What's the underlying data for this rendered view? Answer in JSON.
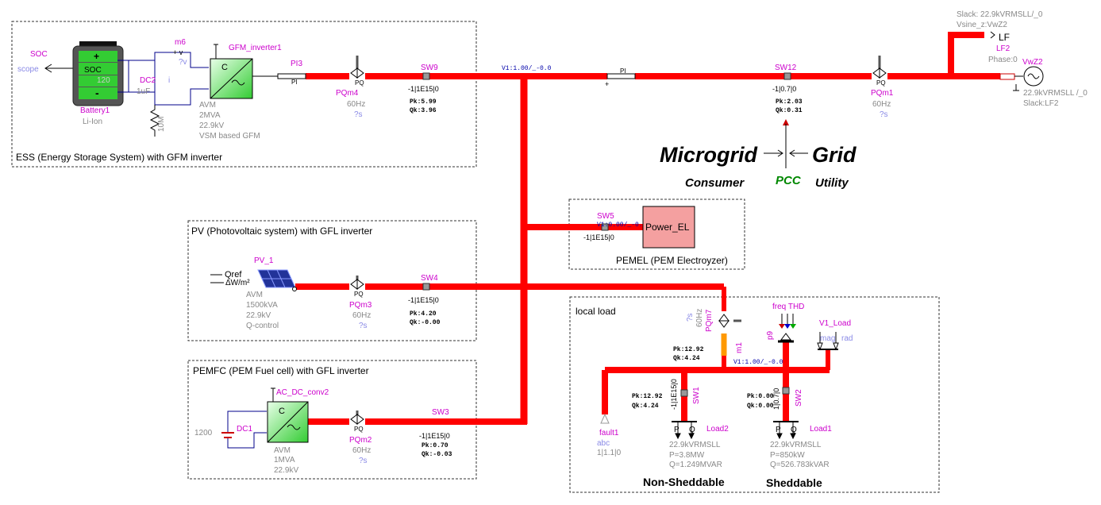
{
  "title_texts": {
    "big_microgrid": "Microgrid",
    "big_grid": "Grid",
    "consumer": "Consumer",
    "pcc": "PCC",
    "utility": "Utility"
  },
  "groups": {
    "ess": "ESS (Energy Storage System) with GFM inverter",
    "pv": "PV (Photovoltaic system) with GFL inverter",
    "pemfc": "PEMFC (PEM Fuel cell) with GFL inverter",
    "pemel": "PEMEL (PEM Electroyzer)",
    "local": "local load"
  },
  "ess": {
    "soc": "SOC",
    "scope": "scope",
    "soc_mid": "SOC",
    "plus": "+",
    "minus": "-",
    "battery": "Battery1",
    "liion": "Li-Ion",
    "dc2": "DC2",
    "dc2_val": "1uF",
    "cap_v": "120",
    "m6": "m6",
    "v_plus": "+ v",
    "q_v": "?v",
    "iy_v": "i",
    "r_val": "10M",
    "inv_name": "GFM_inverter1",
    "inv_c": "C",
    "avm": "AVM",
    "mva": "2MVA",
    "kv": "22.9kV",
    "vsm": "VSM based GFM",
    "pi3": "PI3",
    "pi": "PI",
    "pqm4": "PQm4",
    "hz": "60Hz",
    "qs": "?s",
    "sw9": "SW9",
    "sw9_state": "-1|1E15|0",
    "pk": "Pk:5.99",
    "qk": "Qk:3.96"
  },
  "main": {
    "v1": "V1:1.00/_-0.0",
    "pi": "PI",
    "sw12": "SW12",
    "sw12_state": "-1|0.7|0",
    "pk": "Pk:2.03",
    "qk": "Qk:0.31",
    "pqm1": "PQm1",
    "hz": "60Hz",
    "qs": "?s"
  },
  "lf": {
    "slack": "Slack: 22.9kVRMSLL/_0",
    "vsine": "Vsine_z:VwZ2",
    "lf": "LF",
    "lf2": "LF2",
    "phase": "Phase:0",
    "vwz2": "VwZ2",
    "rms": "22.9kVRMSLL /_0",
    "slack2": "Slack:LF2"
  },
  "pemel": {
    "sw5": "SW5",
    "sw5_over": "V1:0.00/_-0.0",
    "state": "-1|1E15|0",
    "box": "Power_EL"
  },
  "pv": {
    "qref": "Qref",
    "dw": "ΔW/m²",
    "name": "PV_1",
    "avm": "AVM",
    "kva": "1500kVA",
    "kv": "22.9kV",
    "qc": "Q-control",
    "pqm3": "PQm3",
    "hz": "60Hz",
    "qs": "?s",
    "sw4": "SW4",
    "state": "-1|1E15|0",
    "pk": "Pk:4.20",
    "qk": "Qk:-0.00"
  },
  "pemfc": {
    "dc_val": "1200",
    "dc1": "DC1",
    "conv": "AC_DC_conv2",
    "avm": "AVM",
    "mva": "1MVA",
    "kv": "22.9kV",
    "pqm2": "PQm2",
    "hz": "60Hz",
    "qs": "?s",
    "sw3": "SW3",
    "state": "-1|1E15|0",
    "pk": "Pk:0.70",
    "qk": "Qk:-0.03"
  },
  "local": {
    "pqm7": "PQm7",
    "hz": "60Hz",
    "qs": "?s",
    "m1": "m1",
    "pk_top": "Pk:12.92",
    "qk_top": "Qk:4.24",
    "v1": "V1:1.00/_-0.0",
    "pk_l": "Pk:12.92",
    "qk_l": "Qk:4.24",
    "pk_r": "Pk:0.00",
    "qk_r": "Qk:0.00",
    "sw1": "SW1",
    "sw1_state": "-1|1E15|0",
    "sw2": "SW2",
    "sw2_state": "1|0.7|0",
    "p9": "p9",
    "freq": "freq THD",
    "v1load": "V1_Load",
    "mag": "mag",
    "rad": "rad",
    "fault": "fault1",
    "abc": "abc",
    "fault_state": "1|1.1|0",
    "load2": "Load2",
    "l2_v": "22.9kVRMSLL",
    "l2_p": "P=3.8MW",
    "l2_q": "Q=1.249MVAR",
    "load1": "Load1",
    "l1_v": "22.9kVRMSLL",
    "l1_p": "P=850kW",
    "l1_q": "Q=526.783kVAR",
    "nonshed": "Non-Sheddable",
    "shed": "Sheddable"
  },
  "colors": {
    "bus": "#ff0000",
    "label": "#cc00cc",
    "param": "#888888",
    "pcc": "#008800"
  }
}
